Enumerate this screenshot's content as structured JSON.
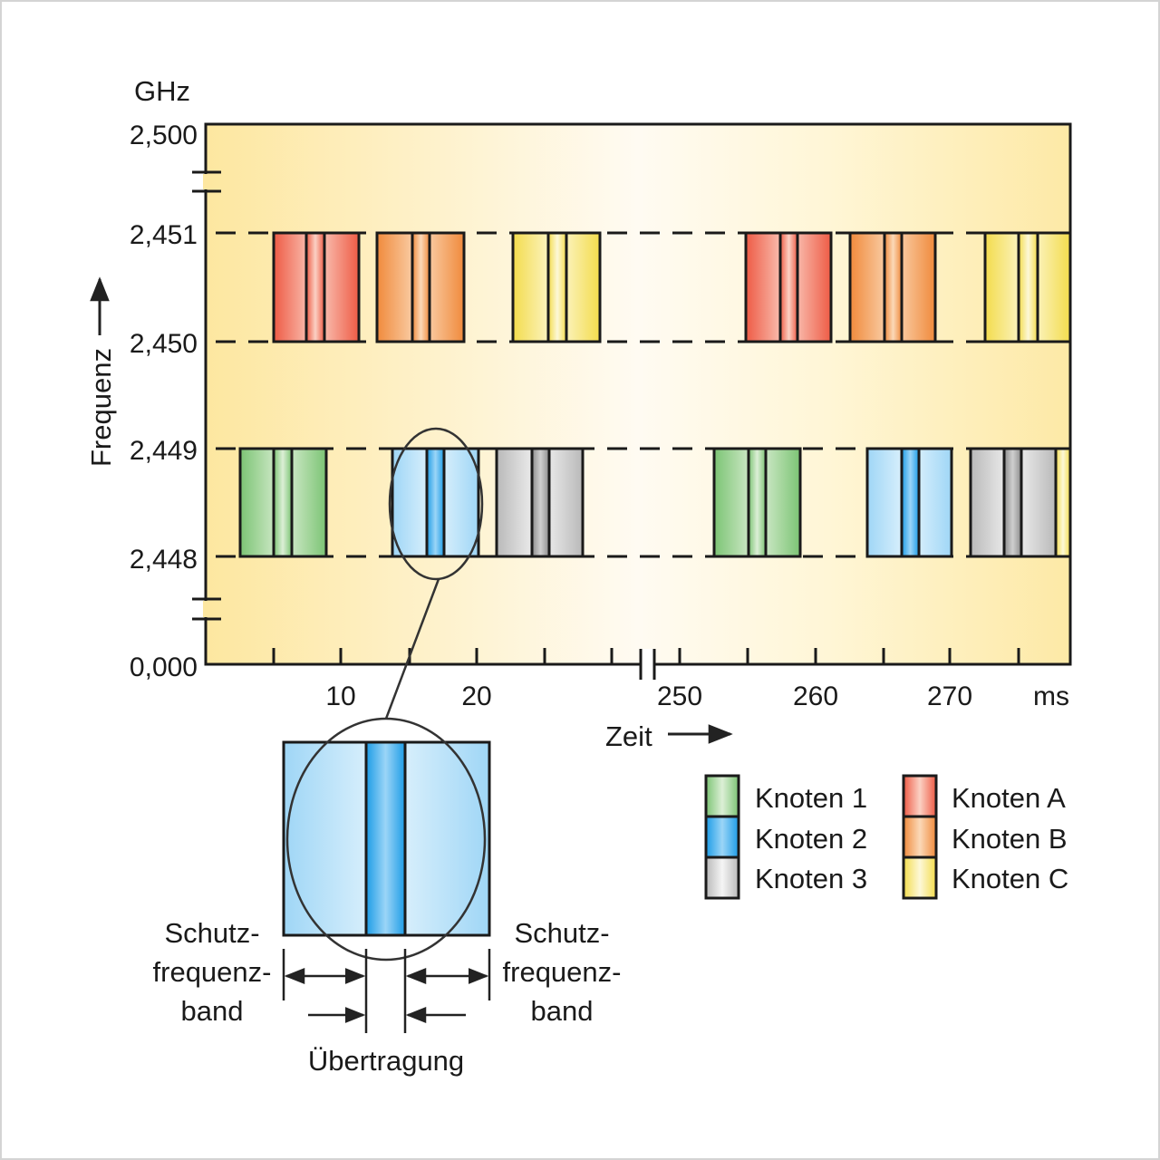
{
  "y_axis": {
    "unit": "GHz",
    "label": "Frequenz",
    "ticks": [
      "2,500",
      "2,451",
      "2,450",
      "2,449",
      "2,448",
      "0,000"
    ]
  },
  "x_axis": {
    "unit": "ms",
    "label": "Zeit",
    "ticks": [
      "10",
      "20",
      "250",
      "260",
      "270"
    ]
  },
  "legend": [
    {
      "label": "Knoten 1",
      "color": "#76c26e"
    },
    {
      "label": "Knoten 2",
      "color": "#3fb0ec"
    },
    {
      "label": "Knoten 3",
      "color": "#a9a9a9"
    },
    {
      "label": "Knoten A",
      "color": "#ee5a44"
    },
    {
      "label": "Knoten B",
      "color": "#f08a3c"
    },
    {
      "label": "Knoten C",
      "color": "#f2dc4a"
    }
  ],
  "detail": {
    "left_label": [
      "Schutz-",
      "frequenz-",
      "band"
    ],
    "right_label": [
      "Schutz-",
      "frequenz-",
      "band"
    ],
    "bottom_label": "Übertragung"
  },
  "colors": {
    "background_left": "#fde9a2",
    "background_mid": "#fffaf0"
  }
}
